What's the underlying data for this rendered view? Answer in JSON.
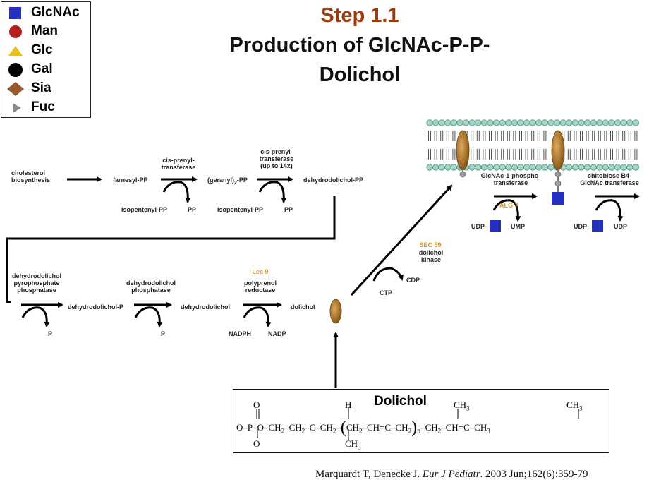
{
  "legend": {
    "items": [
      {
        "label": "GlcNAc",
        "shape": "blue-square",
        "color": "#2630c0"
      },
      {
        "label": "Man",
        "shape": "red-circle",
        "color": "#b22020"
      },
      {
        "label": "Glc",
        "shape": "yellow-triangle",
        "color": "#e6c21c"
      },
      {
        "label": "Gal",
        "shape": "black-circle",
        "color": "#000000"
      },
      {
        "label": "Sia",
        "shape": "brown-diamond",
        "color": "#9a5a30"
      },
      {
        "label": "Fuc",
        "shape": "grey-triangle",
        "color": "#8a8a8a"
      }
    ]
  },
  "title": {
    "step": "Step 1.1",
    "line1": "Production of GlcNAc-P-P-",
    "line2": "Dolichol"
  },
  "pathway": {
    "cholesterol": [
      "cholesterol",
      "biosynthesis"
    ],
    "farnesyl": "farnesyl-PP",
    "enzyme1": [
      "cis-prenyl-",
      "transferase"
    ],
    "geranyl": "(geranyl)",
    "geranyl_sub": "2",
    "geranyl_suffix": "-PP",
    "enzyme2": [
      "cis-prenyl-",
      "transferase",
      "(up to 14x)"
    ],
    "dehydrodolichol_pp": "dehydrodolichol-PP",
    "isopentenyl1": "isopentenyl-PP",
    "pp1": "PP",
    "isopentenyl2": "isopentenyl-PP",
    "pp2": "PP",
    "enzyme3": [
      "dehydrodolichol",
      "pyrophosphate",
      "phosphatase"
    ],
    "dehydrodolichol_p": "dehydrodolichol-P",
    "p1": "P",
    "enzyme4": [
      "dehydrodolichol",
      "phosphatase"
    ],
    "dehydrodolichol": "dehydrodolichol",
    "p2": "P",
    "lec9": "Lec 9",
    "enzyme5": [
      "polyprenol",
      "reductase"
    ],
    "dolichol": "dolichol",
    "nadph": "NADPH",
    "nadp": "NADP",
    "sec59": "SEC 59",
    "kinase": [
      "dolichol",
      "kinase"
    ],
    "ctp": "CTP",
    "cdp": "CDP",
    "enzyme6": [
      "GlcNAc-1-phospho-",
      "transferase"
    ],
    "alg7": "ALG 7",
    "udp1": "UDP-",
    "ump": "UMP",
    "enzyme7": [
      "chitobiose B4-",
      "GlcNAc transferase"
    ],
    "udp2": "UDP-",
    "udp3": "UDP"
  },
  "structure": {
    "title": "Dolichol",
    "o_top": "O",
    "o_bottom": "O",
    "h": "H",
    "ch3_1": "CH",
    "ch3_2": "CH",
    "ch3_3": "CH",
    "sub3": "3",
    "n": "n",
    "main_left": "O–P–O–CH",
    "seg1": "–CH",
    "seg2": "–C–CH",
    "seg3": "–",
    "paren_open": "(",
    "seg4": "CH",
    "seg5": "–CH=C–CH",
    "paren_close": ")",
    "seg6": "–CH",
    "seg7": "–CH=C–CH",
    "sub2": "2"
  },
  "citation": {
    "authors": "Marquardt T, Denecke J.",
    "journal": "Eur J Pediatr",
    "details": ". 2003 Jun;162(6):359-79"
  },
  "colors": {
    "title_step": "#9c3a10",
    "membrane_head": "#9fd6c6",
    "lipid": "#b07a2c",
    "glcnac": "#2630c0",
    "enzyme_orange": "#e39a22"
  }
}
